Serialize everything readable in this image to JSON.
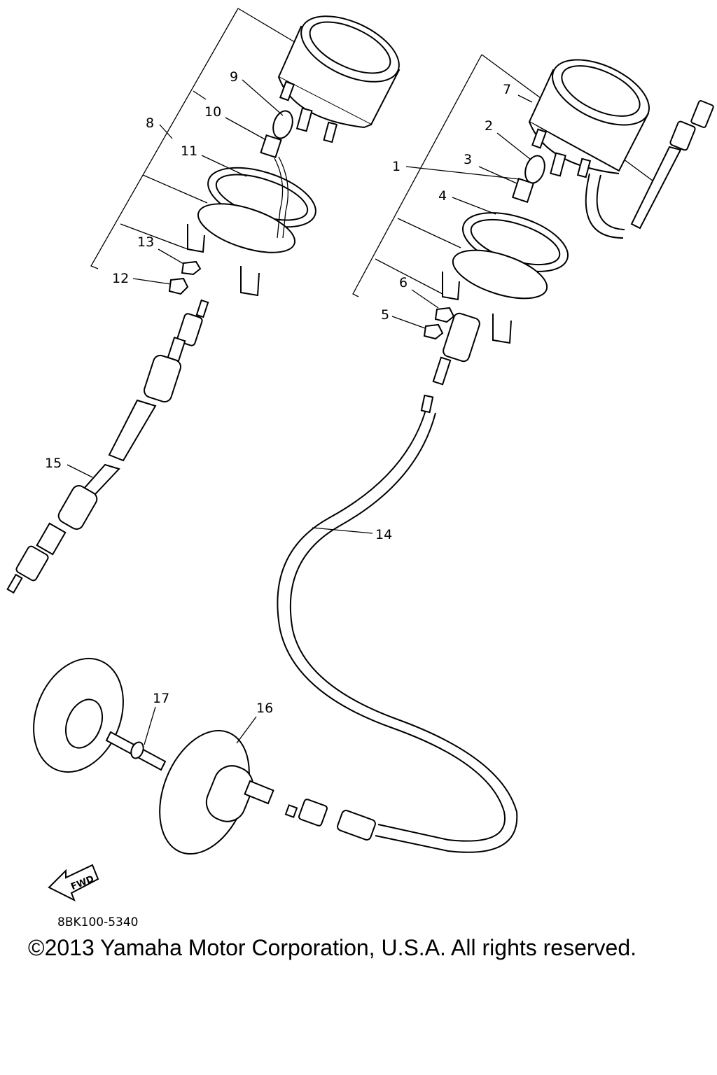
{
  "diagram": {
    "code": "8BK100-5340",
    "copyright": "©2013 Yamaha Motor Corporation, U.S.A. All rights reserved.",
    "fwd_label": "FWD",
    "fwd_icon": "forward-arrow-icon",
    "parts": [
      {
        "id": "p1",
        "label": "1"
      },
      {
        "id": "p2",
        "label": "2"
      },
      {
        "id": "p3",
        "label": "3"
      },
      {
        "id": "p4",
        "label": "4"
      },
      {
        "id": "p5",
        "label": "5"
      },
      {
        "id": "p6",
        "label": "6"
      },
      {
        "id": "p7",
        "label": "7"
      },
      {
        "id": "p8",
        "label": "8"
      },
      {
        "id": "p9",
        "label": "9"
      },
      {
        "id": "p10",
        "label": "10"
      },
      {
        "id": "p11",
        "label": "11"
      },
      {
        "id": "p12",
        "label": "12"
      },
      {
        "id": "p13",
        "label": "13"
      },
      {
        "id": "p14",
        "label": "14"
      },
      {
        "id": "p15",
        "label": "15"
      },
      {
        "id": "p16",
        "label": "16"
      },
      {
        "id": "p17",
        "label": "17"
      }
    ]
  }
}
